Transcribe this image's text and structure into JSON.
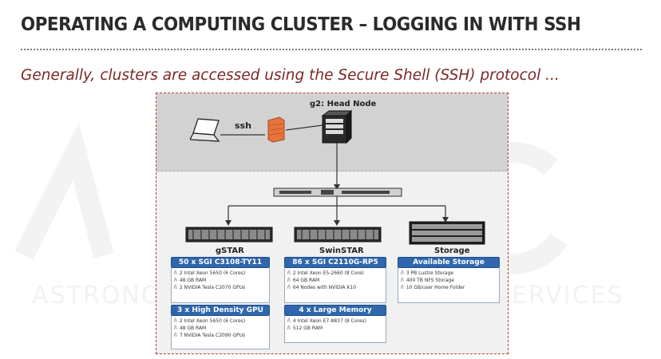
{
  "title": "OPERATING A COMPUTING CLUSTER – LOGGING IN WITH SSH",
  "subtitle": "Generally, clusters are accessed using the Secure Shell (SSH) protocol ...",
  "watermark": "ASTRONOMY ... SERVICES",
  "diagram": {
    "ssh_label": "ssh",
    "head_node_label": "g2: Head Node",
    "nodes": [
      {
        "label": "gSTAR"
      },
      {
        "label": "SwinSTAR"
      },
      {
        "label": "Storage"
      }
    ],
    "boxes": [
      {
        "header": "50 x SGI C3108-TY11",
        "specs": [
          "2 Intel Xeon 5650 (6 Cores)",
          "48 GB RAM",
          "2 NVIDIA Tesla C2070 GPUs"
        ]
      },
      {
        "header": "86 x SGI C2110G-RP5",
        "specs": [
          "2 Intel Xeon E5-2660 (8 Core)",
          "64 GB RAM",
          "64 Nodes with NVIDIA K10"
        ]
      },
      {
        "header": "Available Storage",
        "specs": [
          "3 PB Lustre Storage",
          "400 TB NFS Storage",
          "10 GB/user Home Folder"
        ]
      },
      {
        "header": "3 x High Density GPU",
        "specs": [
          "2 Intel Xeon 5650 (6 Cores)",
          "48 GB RAM",
          "7 NVIDIA Tesla C2090 GPUs"
        ]
      },
      {
        "header": "4 x Large Memory",
        "specs": [
          "4 Intel Xeon E7-8837 (8 Cores)",
          "512 GB RAM"
        ]
      }
    ],
    "bullet_glyph": "ñ",
    "colors": {
      "box_header": "#2f67ad",
      "border_dashed": "#c0392b",
      "firewall": "#e8743b"
    }
  }
}
